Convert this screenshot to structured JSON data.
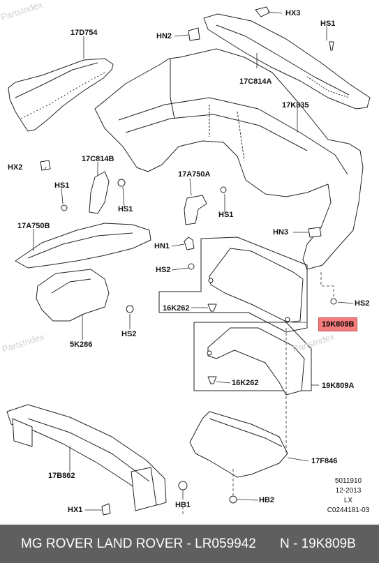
{
  "watermarks": [
    "PartsIndex",
    "PartsIndex",
    "PartsIndex"
  ],
  "labels": {
    "hx3": "HX3",
    "hs1_top": "HS1",
    "hn2": "HN2",
    "d754": "17D754",
    "c814a": "17C814A",
    "k835": "17K835",
    "c814b": "17C814B",
    "hs1_a": "HS1",
    "hs1_b": "HS1",
    "a750a": "17A750A",
    "hs1_c": "HS1",
    "hx2": "HX2",
    "a750b": "17A750B",
    "hn1": "HN1",
    "hs2_a": "HS2",
    "hn3": "HN3",
    "hs2_b": "HS2",
    "k262_a": "16K262",
    "k809b": "19K809B",
    "hs2_c": "HS2",
    "k286": "5K286",
    "k262_b": "16K262",
    "k809a": "19K809A",
    "b862": "17B862",
    "f846": "17F846",
    "hb1": "HB1",
    "hb2": "HB2",
    "hx1": "HX1"
  },
  "info": {
    "line1": "5011910",
    "line2": "12-2013",
    "line3": "LX",
    "line4": "C0244181-03"
  },
  "footer": {
    "brand": "MG ROVER LAND ROVER - LR059942",
    "part": "N - 19K809B"
  },
  "highlight_color": "#f47c7c"
}
